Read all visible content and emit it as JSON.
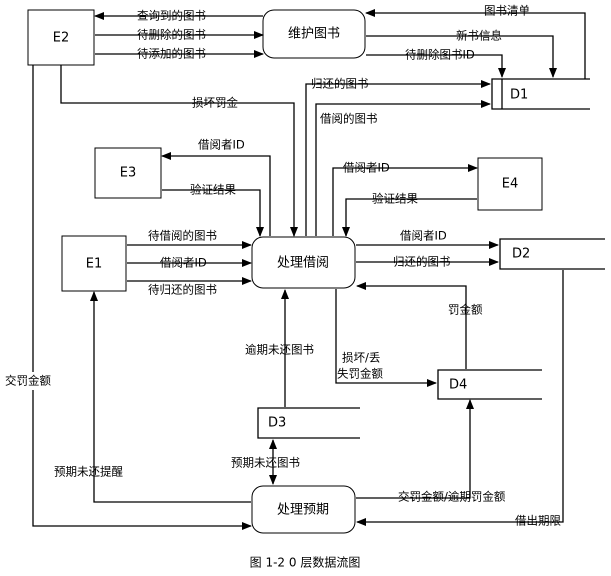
{
  "caption": "图 1-2    0 层数据流图",
  "nodes": {
    "E1": "E1",
    "E2": "E2",
    "E3": "E3",
    "E4": "E4",
    "P_maintain": "维护图书",
    "P_borrow": "处理借阅",
    "P_overdue": "处理预期",
    "D1": "D1",
    "D2": "D2",
    "D3": "D3",
    "D4": "D4"
  },
  "flows": {
    "queried_books": "查询到的图书",
    "books_to_delete": "待删除的图书",
    "books_to_add": "待添加的图书",
    "book_list": "图书清单",
    "new_book_info": "新书信息",
    "delete_book_id": "待删除图书ID",
    "damage_fine": "损坏罚金",
    "returned_books_d1": "归还的图书",
    "borrowed_books_d1": "借阅的图书",
    "reader_id_e3": "借阅者ID",
    "verify_result_e3": "验证结果",
    "reader_id_e4": "借阅者ID",
    "verify_result_e4": "验证结果",
    "books_to_borrow": "待借阅的图书",
    "reader_id_e1": "借阅者ID",
    "books_to_return": "待归还的图书",
    "reader_id_d2": "借阅者ID",
    "returned_books_d2": "归还的图书",
    "fine_amount": "罚金额",
    "overdue_books_d3": "逾期未还图书",
    "damage_loss_fine_1": "损坏/丢",
    "damage_loss_fine_2": "失罚金额",
    "pay_fine": "交罚金额",
    "overdue_books_p": "预期未还图书",
    "overdue_reminder": "预期未还提醒",
    "paid_overdue_fine": "交罚金额/逾期罚金额",
    "borrow_period": "借出期限"
  }
}
